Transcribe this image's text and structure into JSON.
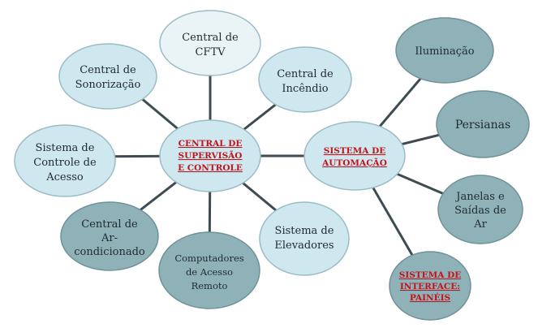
{
  "colors": {
    "light_fill": "#cfe7ee",
    "light_stroke": "#9bbcc6",
    "dark_fill": "#8fb2b8",
    "dark_stroke": "#6f9298",
    "edge": "#3e4c52",
    "hub_text": "#c0141c"
  },
  "hubs": {
    "central": {
      "lines": [
        "CENTRAL DE",
        "SUPERVISÃO",
        "E CONTROLE"
      ]
    },
    "automation": {
      "lines": [
        "SISTEMA  DE",
        "AUTOMAÇÃO"
      ]
    }
  },
  "nodes": {
    "cftv": {
      "lines": [
        "Central de",
        "CFTV"
      ]
    },
    "sonorizacao": {
      "lines": [
        "Central de",
        "Sonorização"
      ]
    },
    "incendio": {
      "lines": [
        "Central de",
        "Incêndio"
      ]
    },
    "controle_acesso": {
      "lines": [
        "Sistema de",
        "Controle de",
        "Acesso"
      ]
    },
    "ar_condicionado": {
      "lines": [
        "Central de",
        "Ar-",
        "condicionado"
      ]
    },
    "computadores": {
      "lines": [
        "Computadores",
        "de Acesso",
        "Remoto"
      ]
    },
    "elevadores": {
      "lines": [
        "Sistema de",
        "Elevadores"
      ]
    },
    "iluminacao": {
      "lines": [
        "Iluminação"
      ]
    },
    "persianas": {
      "lines": [
        "Persianas"
      ]
    },
    "janelas": {
      "lines": [
        "Janelas e",
        "Saídas de",
        "Ar"
      ]
    },
    "interface": {
      "lines": [
        "SISTEMA DE",
        "INTERFACE:",
        "PAINÉIS"
      ]
    }
  }
}
